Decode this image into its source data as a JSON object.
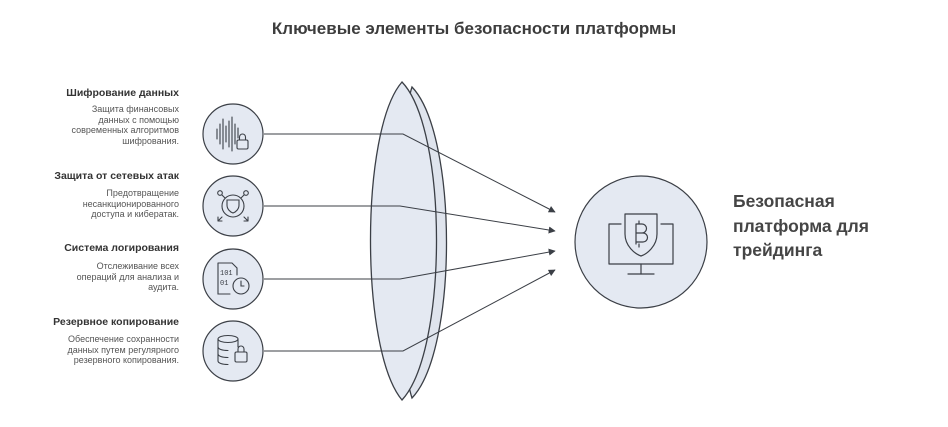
{
  "title": "Ключевые элементы безопасности платформы",
  "items": [
    {
      "title": "Шифрование данных",
      "desc": [
        "Защита финансовых",
        "данных с помощью",
        "современных алгоритмов",
        "шифрования."
      ],
      "icon": "audio-lock-icon"
    },
    {
      "title": "Защита от сетевых атак",
      "desc": [
        "Предотвращение",
        "несанкционированного",
        "доступа и кибератак."
      ],
      "icon": "network-shield-icon"
    },
    {
      "title": "Система логирования",
      "desc": [
        "Отслеживание всех",
        "операций для анализа и",
        "аудита."
      ],
      "icon": "binary-file-clock-icon"
    },
    {
      "title": "Резервное копирование",
      "desc": [
        "Обеспечение сохранности",
        "данных путем регулярного",
        "резервного копирования."
      ],
      "icon": "database-lock-icon"
    }
  ],
  "result": {
    "label": [
      "Безопасная",
      "платформа для",
      "трейдинга"
    ],
    "icon": "monitor-bitcoin-shield-icon"
  },
  "colors": {
    "circle_fill": "#e4e9f2",
    "stroke": "#3b3f46",
    "text": "#3a3a3a"
  }
}
